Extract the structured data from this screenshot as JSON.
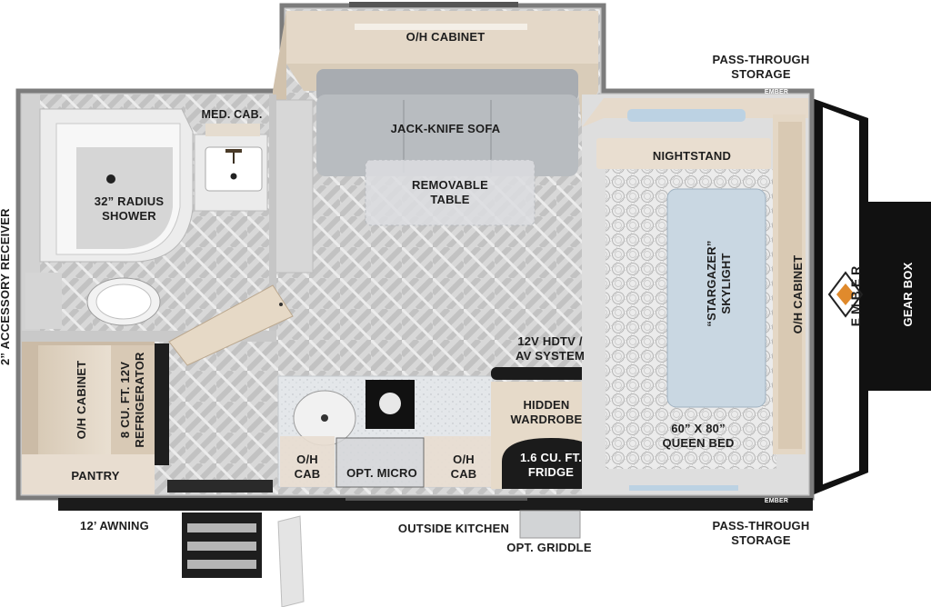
{
  "brand": {
    "logo_text": "EMBER",
    "logo_small": "EMBER"
  },
  "labels": {
    "overhead_cabinet_top": "O/H CABINET",
    "pass_through_top": "PASS-THROUGH\nSTORAGE",
    "med_cab": "MED. CAB.",
    "sofa": "JACK-KNIFE SOFA",
    "nightstand": "NIGHTSTAND",
    "removable_table": "REMOVABLE\nTABLE",
    "shower": "32” RADIUS\nSHOWER",
    "accessory_receiver": "2” ACCESSORY RECEIVER",
    "skylight": "“STARGAZER”\nSKYLIGHT",
    "overhead_cabinet_right": "O/H CABINET",
    "gear_box": "GEAR BOX",
    "overhead_cabinet_left": "O/H CABINET",
    "refrigerator": "8 CU. FT. 12V\nREFRIGERATOR",
    "hdtv": "12V HDTV /\nAV SYSTEM",
    "hidden_wardrobe": "HIDDEN\nWARDROBE",
    "queen_bed": "60” X 80”\nQUEEN BED",
    "pantry": "PANTRY",
    "oh_cab_left": "O/H\nCAB",
    "opt_micro": "OPT. MICRO",
    "oh_cab_right": "O/H\nCAB",
    "fridge": "1.6 CU. FT.\nFRIDGE",
    "awning": "12’ AWNING",
    "outside_kitchen": "OUTSIDE KITCHEN",
    "pass_through_bottom": "PASS-THROUGH\nSTORAGE",
    "opt_griddle": "OPT. GRIDDLE"
  },
  "colors": {
    "wall": "#8c8c8c",
    "floor": "#d5d5d5",
    "wood": "#e2d6c6",
    "wood_dark": "#c9b8a3",
    "sofa": "#b3b7bb",
    "counter": "#e8ebee",
    "dark": "#1b1b1b",
    "bed_glass": "#c4d3de"
  }
}
